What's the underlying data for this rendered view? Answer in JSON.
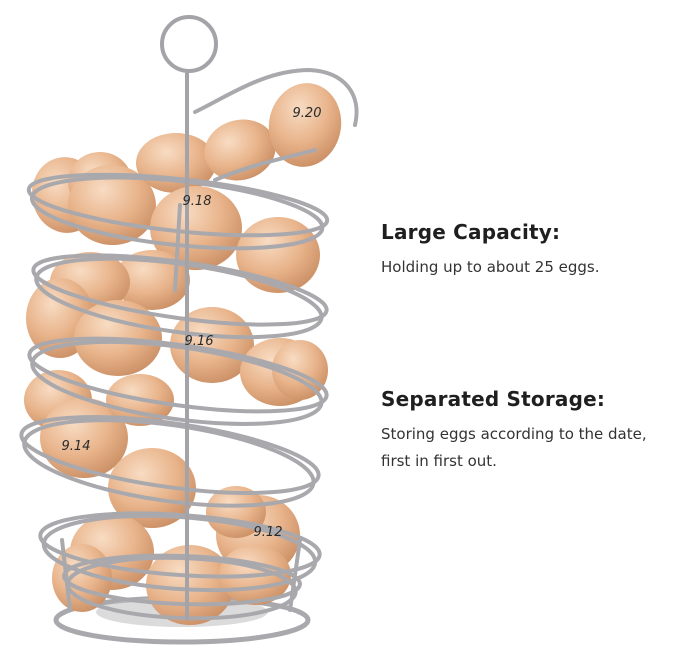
{
  "egg_labels": [
    "9.20",
    "9.18",
    "9.16",
    "9.14",
    "9.12"
  ],
  "features": [
    {
      "title": "Large Capacity:",
      "lines": [
        "Holding up to about 25 eggs."
      ]
    },
    {
      "title": "Separated Storage:",
      "lines": [
        "Storing eggs according to the date,",
        "first in first out."
      ]
    }
  ],
  "colors": {
    "egg": "#e9b78f",
    "egg_shade": "#c98d63",
    "wire": "#a9a9ad",
    "background": "#ffffff"
  }
}
